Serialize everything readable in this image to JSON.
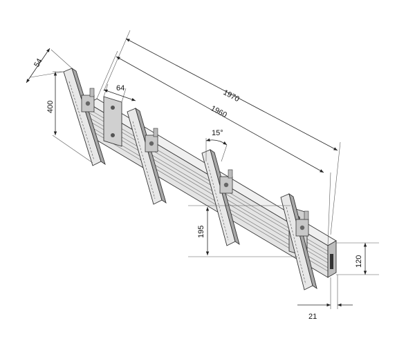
{
  "dimensions": {
    "overall_length": "1970",
    "rail_length": "1960",
    "bracket_width": "64",
    "arm_thickness": "54",
    "arm_height": "400",
    "tilt_angle": "15°",
    "rail_offset": "195",
    "rail_height": "120",
    "rail_depth": "21"
  },
  "colors": {
    "metal_light": "#ececec",
    "metal_mid": "#cfcfcf",
    "metal_dark": "#9a9a9a",
    "line": "#222222"
  }
}
